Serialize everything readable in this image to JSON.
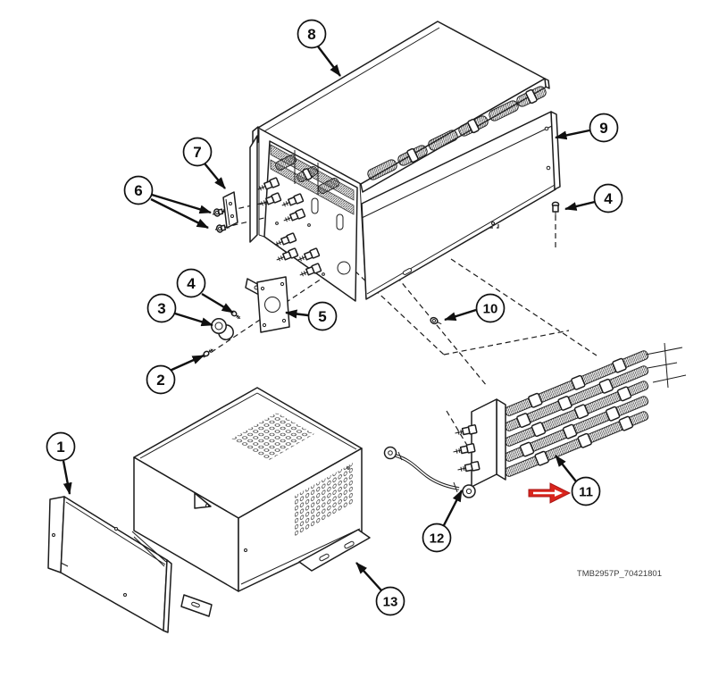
{
  "figure": {
    "type": "exploded-parts-diagram",
    "drawing_id": "TMB2957P_70421801",
    "highlight": {
      "color": "#d9251d",
      "target_callout": "11"
    },
    "callouts": {
      "c1": {
        "label": "1"
      },
      "c2": {
        "label": "2"
      },
      "c3": {
        "label": "3"
      },
      "c4a": {
        "label": "4"
      },
      "c4b": {
        "label": "4"
      },
      "c5": {
        "label": "5"
      },
      "c6": {
        "label": "6"
      },
      "c7": {
        "label": "7"
      },
      "c8": {
        "label": "8"
      },
      "c9": {
        "label": "9"
      },
      "c10": {
        "label": "10"
      },
      "c11": {
        "label": "11"
      },
      "c12": {
        "label": "12"
      },
      "c13": {
        "label": "13"
      }
    }
  }
}
